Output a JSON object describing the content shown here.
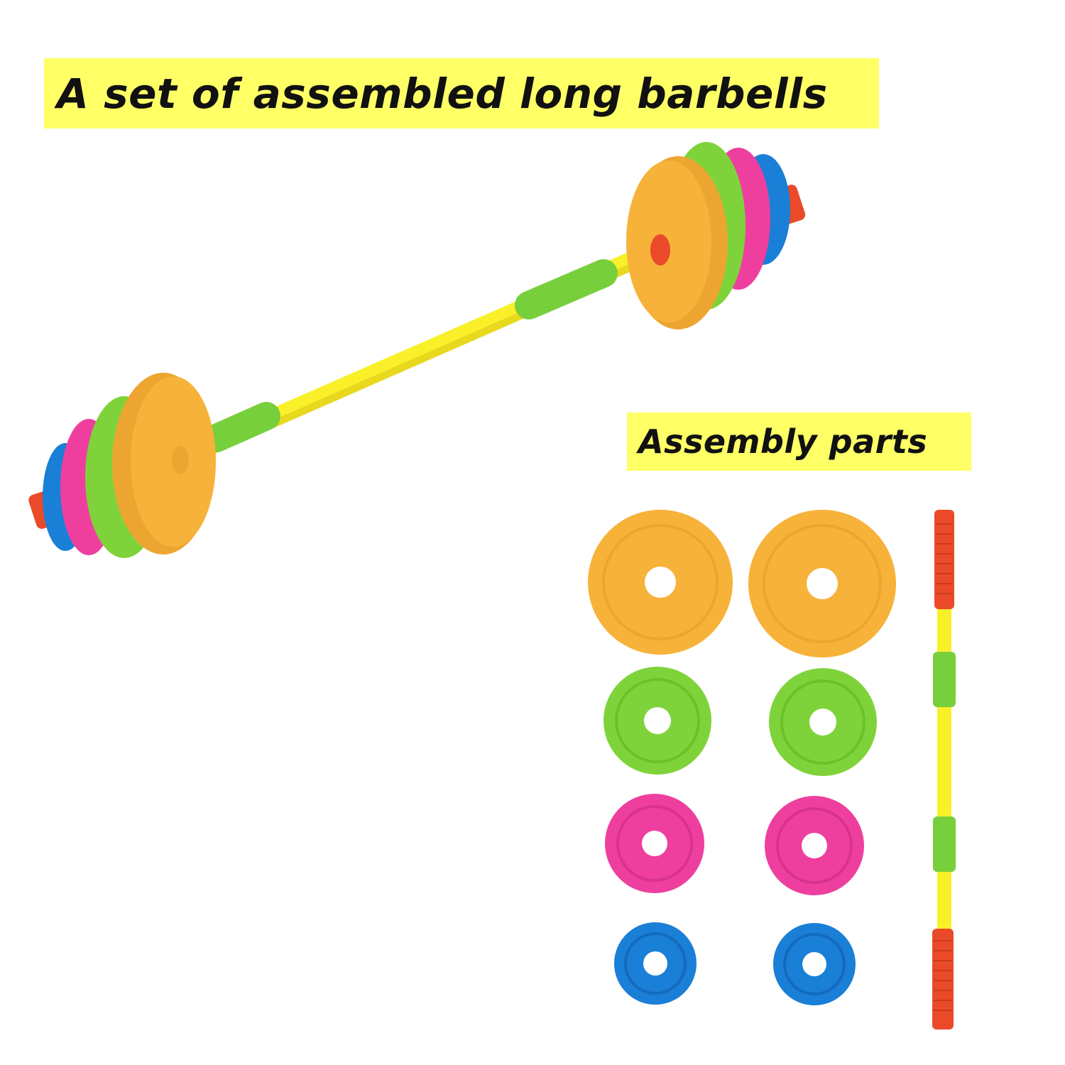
{
  "title": "A set of assembled long barbells",
  "parts_title": "Assembly parts",
  "colors": {
    "label_bg": "#ffff66",
    "plate_orange": "#f7b23a",
    "plate_green": "#7fd33a",
    "plate_pink": "#ee3f9f",
    "plate_blue": "#1a7fd6",
    "bar_yellow": "#f9f02a",
    "grip_green": "#78cf3c",
    "end_red": "#ea4a2a"
  },
  "parts": {
    "plates": [
      "orange",
      "orange",
      "green",
      "green",
      "pink",
      "pink",
      "blue",
      "blue"
    ],
    "bar_sections": [
      "red-end",
      "yellow",
      "green-grip",
      "yellow",
      "green-grip",
      "yellow",
      "red-end"
    ]
  }
}
